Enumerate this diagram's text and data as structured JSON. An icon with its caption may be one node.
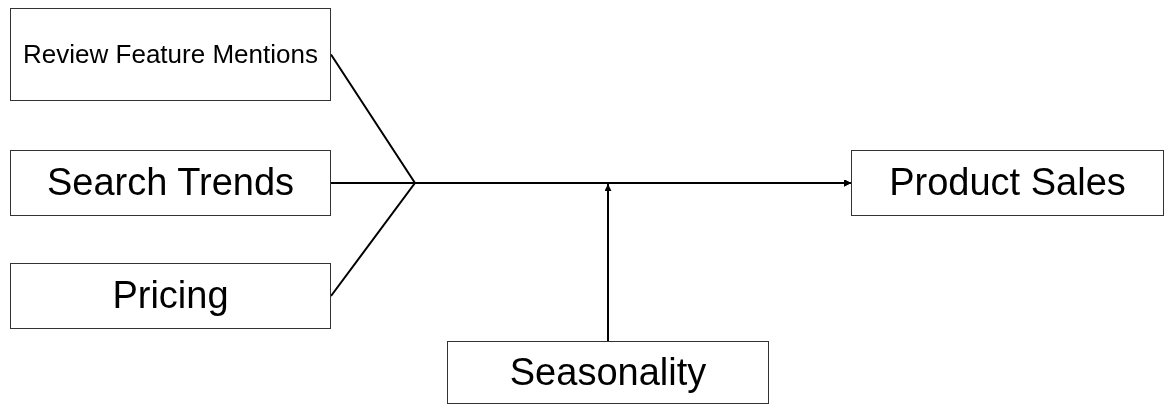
{
  "diagram": {
    "nodes": [
      {
        "text": [
          "Review Feature Mentions"
        ]
      },
      {
        "text": [
          "Search Trends"
        ]
      },
      {
        "text": [
          "Pricing"
        ]
      },
      {
        "text": [
          "Product Sales"
        ]
      },
      {
        "text": [
          "Seasonality"
        ]
      }
    ],
    "edges": [
      {
        "from": 0,
        "to": 3,
        "arrow": "to"
      },
      {
        "from": 1,
        "to": 3,
        "arrow": "to"
      },
      {
        "from": 2,
        "to": 3,
        "arrow": "to"
      },
      {
        "from": 4,
        "to": null,
        "arrow": "to"
      }
    ]
  }
}
